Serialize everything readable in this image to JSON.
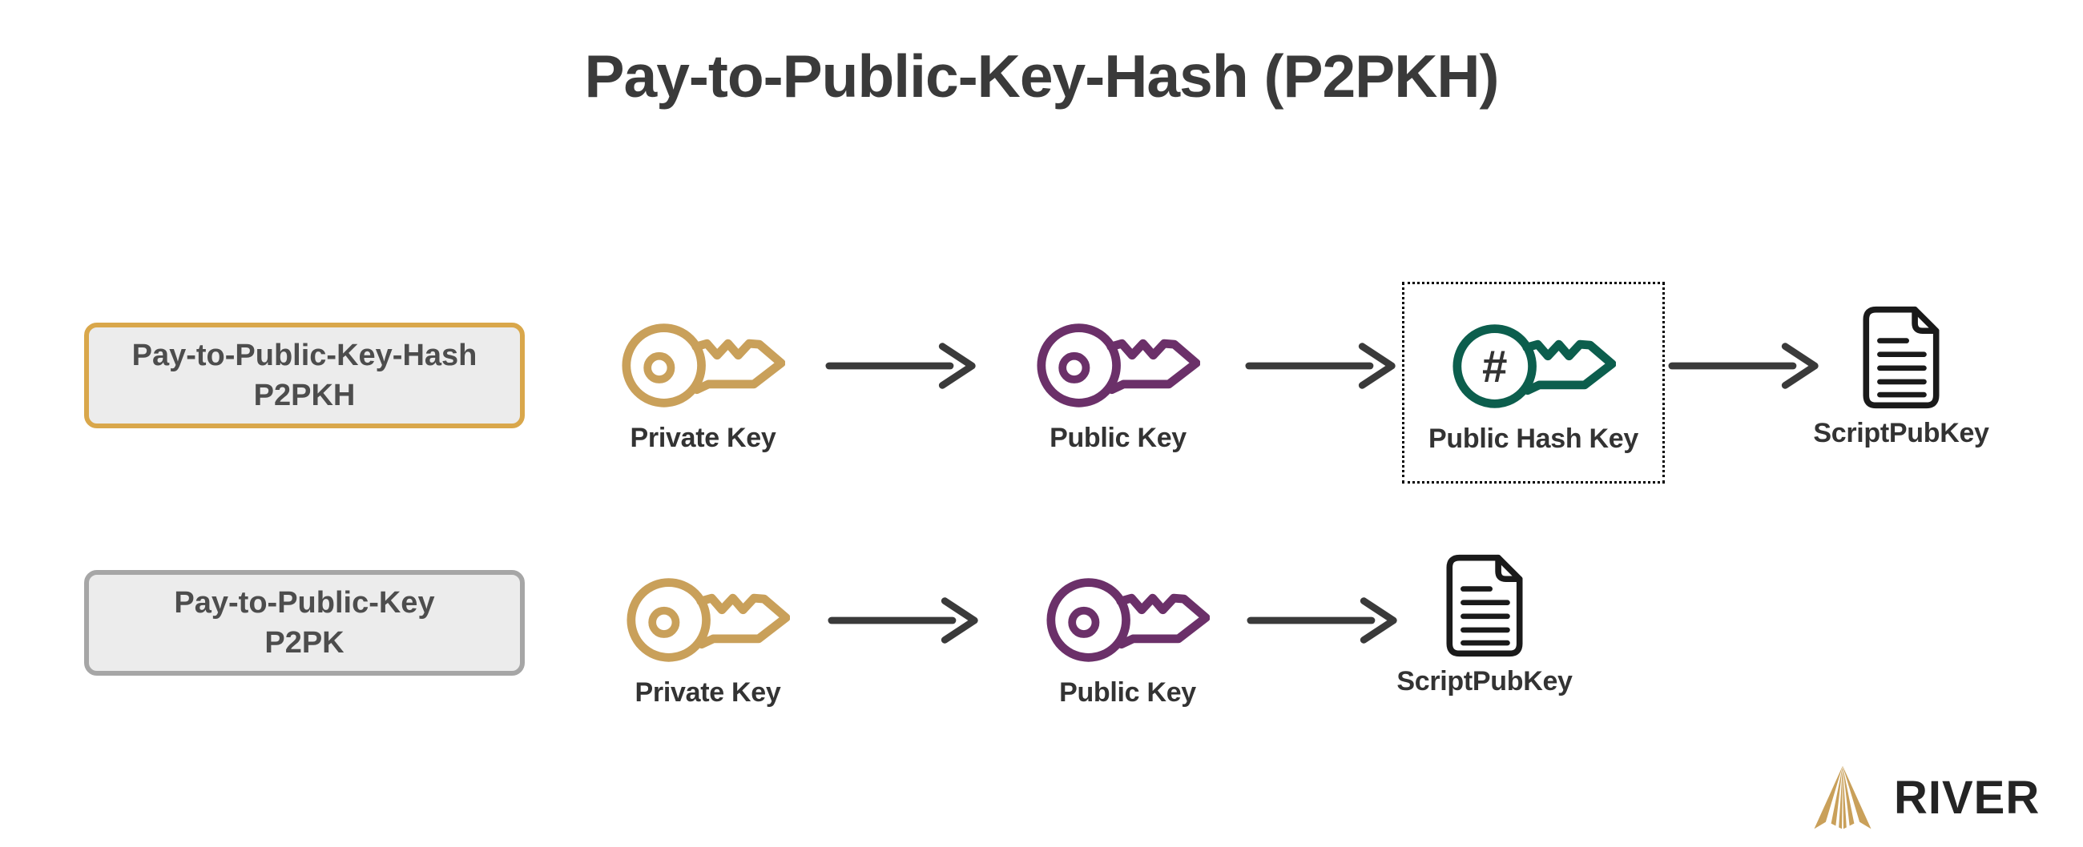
{
  "title": "Pay-to-Public-Key-Hash (P2PKH)",
  "colors": {
    "key_gold": "#C9A05A",
    "key_purple": "#6B3069",
    "key_teal": "#0C5E4D",
    "box_fill": "#ECECEC",
    "box_border_gold": "#D9A74B",
    "box_border_gray": "#A6A6A6",
    "arrow": "#3A3A3A",
    "document_stroke": "#1A1A1A",
    "label_text": "#333333",
    "title_text": "#3A3A3A",
    "logo_gold": "#C9A05A",
    "logo_text_color": "#242424"
  },
  "rows": [
    {
      "id": "p2pkh",
      "label_box": {
        "line1": "Pay-to-Public-Key-Hash",
        "line2": "P2PKH"
      },
      "nodes": [
        {
          "type": "key",
          "color": "gold",
          "label": "Private Key"
        },
        {
          "type": "key",
          "color": "purple",
          "label": "Public Key"
        },
        {
          "type": "hash-key",
          "color": "teal",
          "label": "Public Hash Key",
          "highlighted": true,
          "hash_glyph": "#"
        },
        {
          "type": "document",
          "label": "ScriptPubKey"
        }
      ]
    },
    {
      "id": "p2pk",
      "label_box": {
        "line1": "Pay-to-Public-Key",
        "line2": "P2PK"
      },
      "nodes": [
        {
          "type": "key",
          "color": "gold",
          "label": "Private Key"
        },
        {
          "type": "key",
          "color": "purple",
          "label": "Public Key"
        },
        {
          "type": "document",
          "label": "ScriptPubKey"
        }
      ]
    }
  ],
  "logo": {
    "text": "RIVER"
  }
}
